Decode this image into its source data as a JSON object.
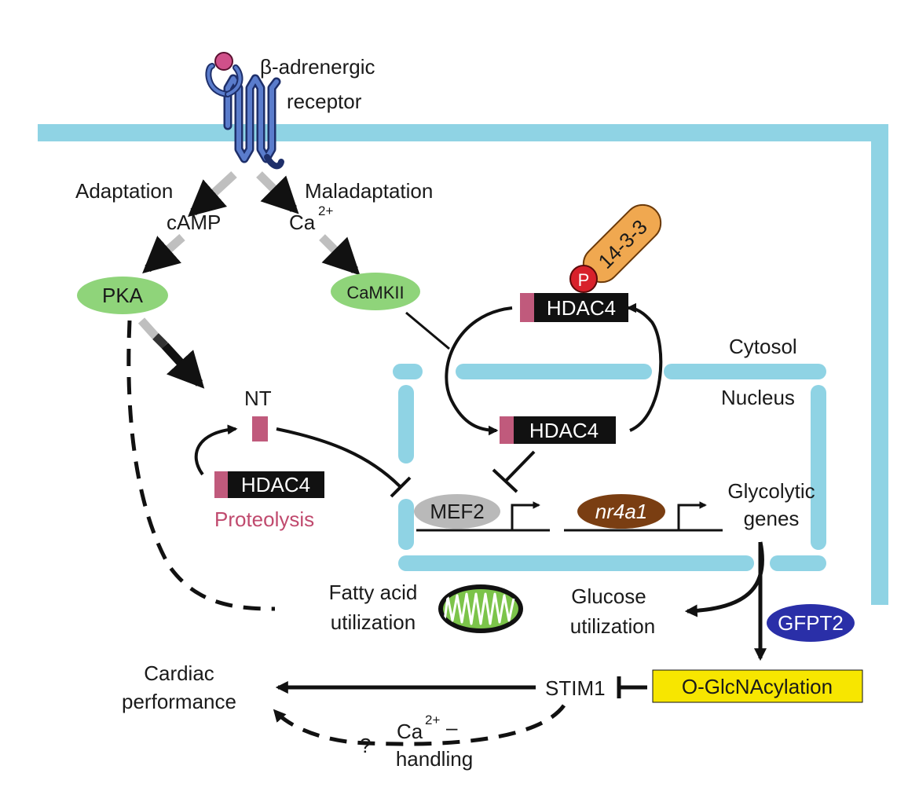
{
  "receptor": {
    "line1": "β-adrenergic",
    "line2": "receptor"
  },
  "adaptation": "Adaptation",
  "maladaptation": "Maladaptation",
  "camp": "cAMP",
  "ca": {
    "base": "Ca",
    "sup": "2+"
  },
  "pka": "PKA",
  "camkii": "CaMKII",
  "p_badge": "P",
  "protein_1433": "14-3-3",
  "hdac4": "HDAC4",
  "nt": "NT",
  "proteolysis": "Proteolysis",
  "cytosol": "Cytosol",
  "nucleus": "Nucleus",
  "mef2": "MEF2",
  "nr4a1": "nr4a1",
  "glycolytic": {
    "line1": "Glycolytic",
    "line2": "genes"
  },
  "fatty_acid": {
    "line1": "Fatty acid",
    "line2": "utilization"
  },
  "glucose": {
    "line1": "Glucose",
    "line2": "utilization"
  },
  "gfpt2": "GFPT2",
  "oglc": "O-GlcNAcylation",
  "stim1": "STIM1",
  "cardiac": {
    "line1": "Cardiac",
    "line2": "performance"
  },
  "question": "?",
  "ca_handling": {
    "base": "Ca",
    "sup": "2+",
    "dash": "–",
    "line2": "handling"
  },
  "colors": {
    "membrane": "#8fd3e4",
    "pka_green": "#8fd47a",
    "hdac_pink": "#c05a7c",
    "orange_1433": "#f0a850",
    "p_red": "#d8212b",
    "mef2_gray": "#b9b9b9",
    "nr4a1_brown": "#7a3e12",
    "gfpt2_blue": "#2a2fa8",
    "oglc_yellow": "#f7e600",
    "receptor_blue": "#3a5aa8",
    "ligand": "#d0508a",
    "mito_green": "#7cc44a"
  }
}
